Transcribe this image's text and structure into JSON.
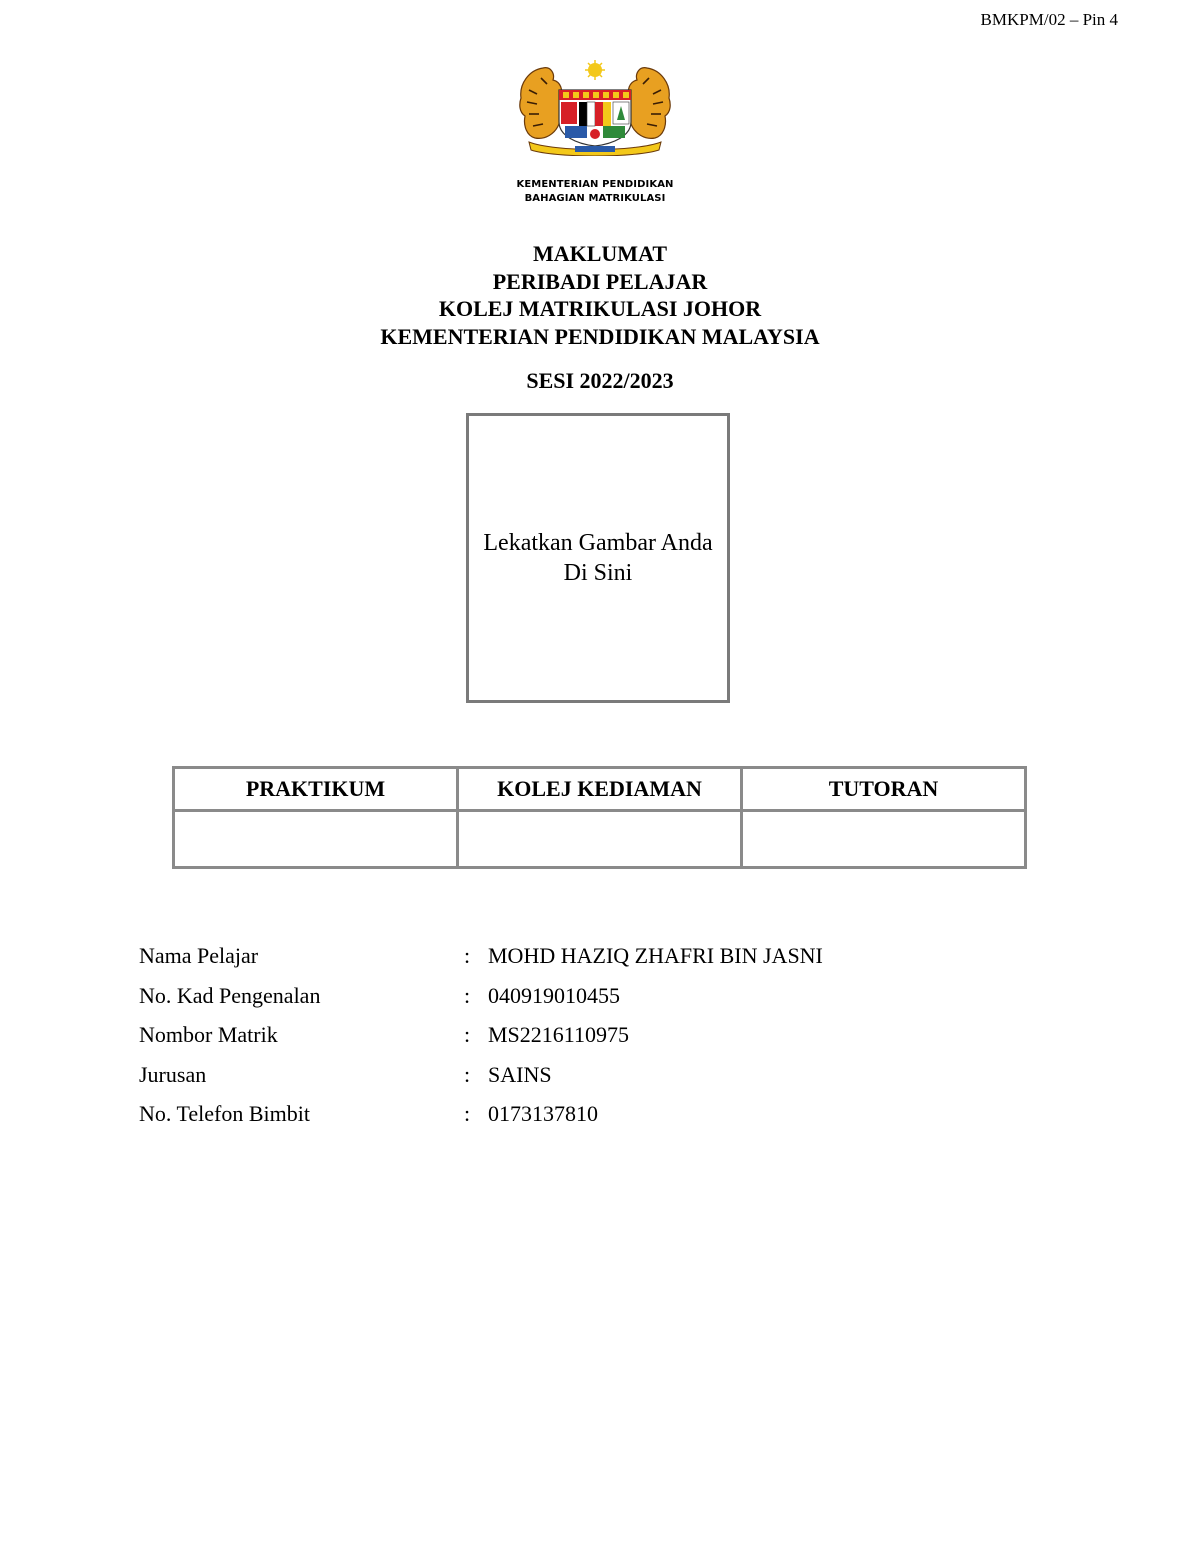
{
  "header": {
    "doc_code": "BMKPM/02 – Pin 4"
  },
  "logo": {
    "icon": "malaysia-coat-of-arms-icon",
    "line1": "KEMENTERIAN PENDIDIKAN",
    "line2": "BAHAGIAN MATRIKULASI"
  },
  "title": {
    "line1": "MAKLUMAT",
    "line2": "PERIBADI PELAJAR",
    "line3": "KOLEJ MATRIKULASI JOHOR",
    "line4": "KEMENTERIAN PENDIDIKAN MALAYSIA",
    "session": "SESI 2022/2023"
  },
  "photo": {
    "line1": "Lekatkan Gambar Anda",
    "line2": "Di Sini"
  },
  "group_table": {
    "headers": [
      "PRAKTIKUM",
      "KOLEJ KEDIAMAN",
      "TUTORAN"
    ],
    "values": [
      "",
      "",
      ""
    ]
  },
  "student": {
    "separator": ":",
    "fields": [
      {
        "label": "Nama Pelajar",
        "value": "MOHD HAZIQ ZHAFRI BIN JASNI"
      },
      {
        "label": "No. Kad Pengenalan",
        "value": "040919010455"
      },
      {
        "label": "Nombor Matrik",
        "value": "MS2216110975"
      },
      {
        "label": "Jurusan",
        "value": "SAINS"
      },
      {
        "label": "No. Telefon Bimbit",
        "value": "0173137810"
      }
    ]
  },
  "colors": {
    "tiger": "#e8a021",
    "shield_red": "#d62027",
    "shield_yellow": "#f3c81a",
    "shield_green": "#2f8a3a",
    "shield_blue": "#2a5aa8",
    "table_border": "#8a8a8a"
  }
}
